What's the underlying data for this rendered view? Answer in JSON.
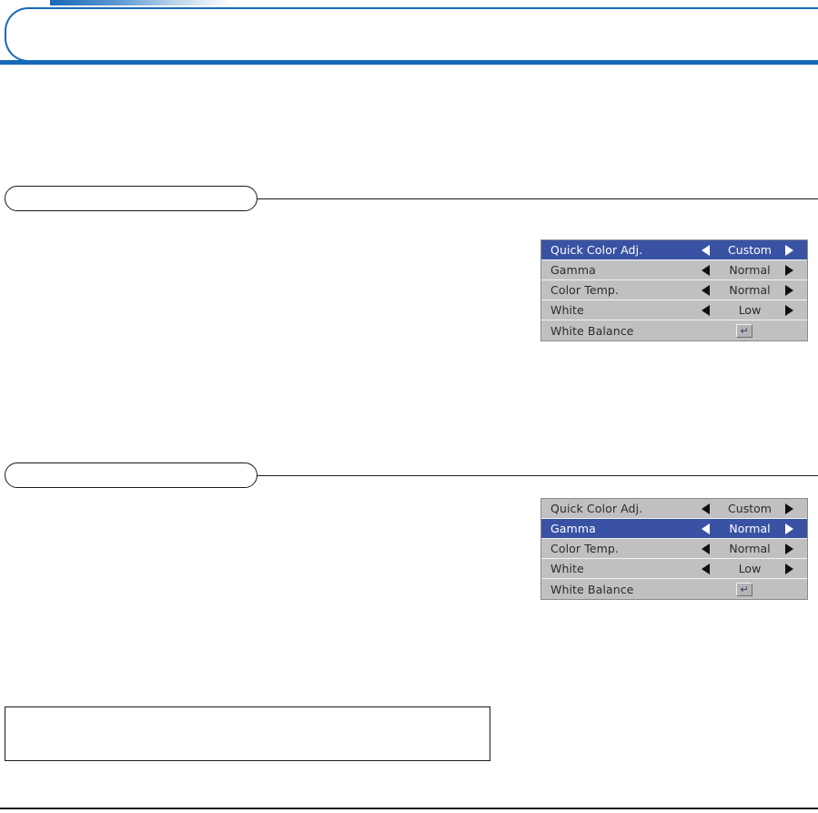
{
  "page": {
    "background_color": "#ffffff",
    "accent_color": "#1769b8",
    "rule_color": "#1a1a1a",
    "header_title": "",
    "footer_text": ""
  },
  "sections": [
    {
      "name": "quick-color-adj",
      "pill_label": "",
      "body_text": ""
    },
    {
      "name": "gamma",
      "pill_label": "",
      "body_text": ""
    }
  ],
  "note_box": {
    "text": ""
  },
  "osd_menus": [
    {
      "name": "osd-menu-quick-color-adj",
      "background_color": "#c0c0c0",
      "highlight_color": "#3a52a3",
      "rows": [
        {
          "label": "Quick Color Adj.",
          "value": "Custom",
          "control": "arrows",
          "selected": true
        },
        {
          "label": "Gamma",
          "value": "Normal",
          "control": "arrows",
          "selected": false
        },
        {
          "label": "Color Temp.",
          "value": "Normal",
          "control": "arrows",
          "selected": false
        },
        {
          "label": "White",
          "value": "Low",
          "control": "arrows",
          "selected": false
        },
        {
          "label": "White Balance",
          "value": "",
          "control": "enter",
          "selected": false
        }
      ]
    },
    {
      "name": "osd-menu-gamma",
      "background_color": "#c0c0c0",
      "highlight_color": "#3a52a3",
      "rows": [
        {
          "label": "Quick Color Adj.",
          "value": "Custom",
          "control": "arrows",
          "selected": false
        },
        {
          "label": "Gamma",
          "value": "Normal",
          "control": "arrows",
          "selected": true
        },
        {
          "label": "Color Temp.",
          "value": "Normal",
          "control": "arrows",
          "selected": false
        },
        {
          "label": "White",
          "value": "Low",
          "control": "arrows",
          "selected": false
        },
        {
          "label": "White Balance",
          "value": "",
          "control": "enter",
          "selected": false
        }
      ]
    }
  ],
  "icons": {
    "arrow_left": "◀",
    "arrow_right": "▶",
    "enter": "↵"
  }
}
